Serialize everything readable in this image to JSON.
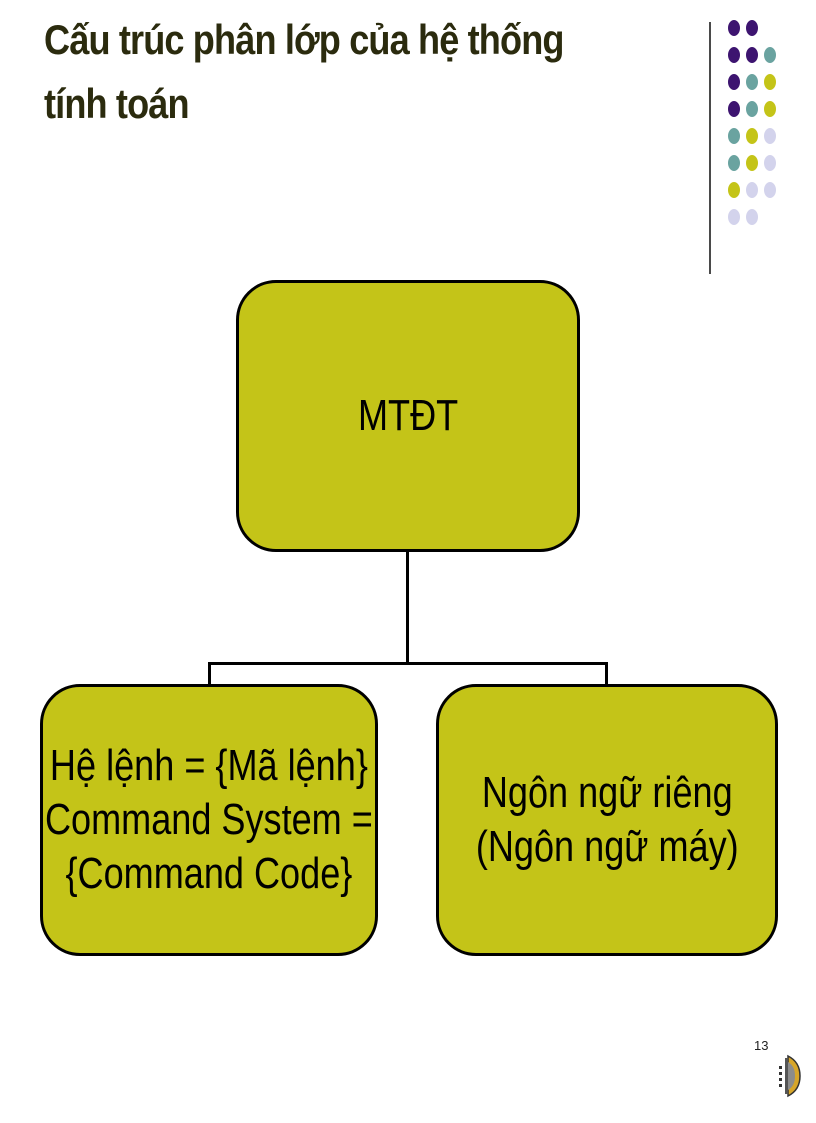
{
  "slide": {
    "title": "Cấu trúc phân lớp của hệ thống tính toán",
    "page_number": "13"
  },
  "diagram": {
    "root": {
      "label": "MTĐT"
    },
    "children": [
      {
        "lines": [
          "Hệ lệnh = {Mã lệnh}",
          "Command System =",
          "{Command Code}"
        ]
      },
      {
        "lines": [
          "Ngôn ngữ riêng",
          "(Ngôn ngữ máy)"
        ]
      }
    ]
  },
  "colors": {
    "box_fill": "#c4c418",
    "title_text": "#2b2b0e",
    "dot_purple": "#3d1470",
    "dot_teal": "#6aa3a0",
    "dot_yellow": "#c4c418",
    "dot_lavender": "#d3d3ec"
  },
  "decorations": {
    "dot_grid": [
      "P",
      "P",
      "",
      "P",
      "P",
      "T",
      "P",
      "T",
      "Y",
      "P",
      "T",
      "Y",
      "T",
      "Y",
      "L",
      "T",
      "Y",
      "L",
      "Y",
      "L",
      "L",
      "L",
      "L",
      ""
    ],
    "logo": "gear-logo-icon"
  }
}
